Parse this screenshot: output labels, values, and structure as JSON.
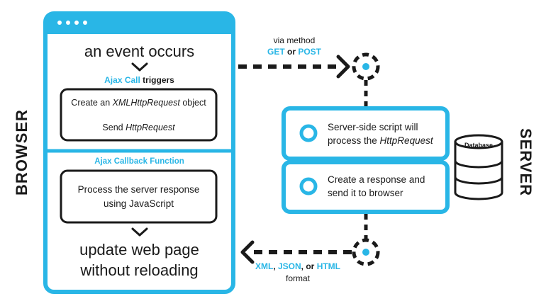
{
  "colors": {
    "accent": "#29b6e6",
    "ink": "#1a1a1a"
  },
  "browser": {
    "label": "BROWSER",
    "event": "an event occurs",
    "ajax_call": {
      "highlight": "Ajax Call",
      "rest": " triggers"
    },
    "create": {
      "pre": "Create an ",
      "em": "XMLHttpRequest",
      "post": " object"
    },
    "send": {
      "pre": "Send ",
      "em": "HttpRequest"
    },
    "callback_title": "Ajax Callback Function",
    "process_line1": "Process the server response",
    "process_line2": "using JavaScript",
    "update_line1": "update web page",
    "update_line2": "without reloading"
  },
  "request_label": {
    "line1": "via method",
    "get": "GET",
    "or": " or ",
    "post": "POST"
  },
  "response_label": {
    "xml": "XML",
    "sep1": ", ",
    "json": "JSON",
    "sep2": ", or ",
    "html": "HTML",
    "line2": "format"
  },
  "server": {
    "label": "SERVER",
    "script_line1": "Server-side script will",
    "script_line2_pre": "process the ",
    "script_line2_em": "HttpRequest",
    "response_line1": "Create a response and",
    "response_line2": "send it to browser",
    "database": "Database"
  }
}
